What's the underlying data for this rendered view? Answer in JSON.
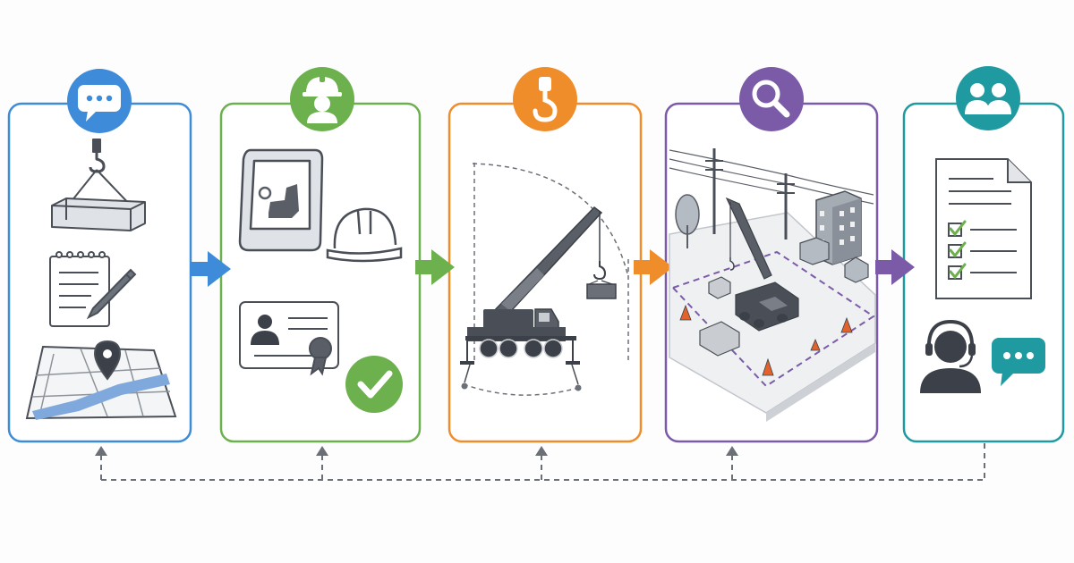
{
  "stages": [
    {
      "id": "planning",
      "color": "#3d8bd9",
      "badge_icon": "chat-bubble-icon",
      "contents": [
        "hook-load-icon",
        "notepad-pencil-icon",
        "map-pin-icon"
      ]
    },
    {
      "id": "operator",
      "color": "#6cb14d",
      "badge_icon": "hard-hat-worker-icon",
      "contents": [
        "crane-cab-icon",
        "hard-hat-icon",
        "id-card-certificate-icon",
        "check-circle-icon"
      ]
    },
    {
      "id": "lift-plan",
      "color": "#ef8d2b",
      "badge_icon": "crane-hook-icon",
      "contents": [
        "mobile-crane-radius-icon"
      ]
    },
    {
      "id": "site-inspection",
      "color": "#7b5ba8",
      "badge_icon": "magnifier-icon",
      "contents": [
        "isometric-site-icon"
      ]
    },
    {
      "id": "documentation-support",
      "color": "#1f9aa0",
      "badge_icon": "users-group-icon",
      "contents": [
        "checklist-document-icon",
        "headset-support-icon",
        "chat-bubble-icon"
      ]
    }
  ],
  "connectors": {
    "arrows": [
      "#3d8bd9",
      "#6cb14d",
      "#ef8d2b",
      "#7b5ba8"
    ],
    "feedback_loop": "dashed"
  },
  "palette": {
    "line": "#4a4f57",
    "fill": "#e3e5e8",
    "dark": "#3c4048",
    "bg": "#fdfdfd"
  }
}
